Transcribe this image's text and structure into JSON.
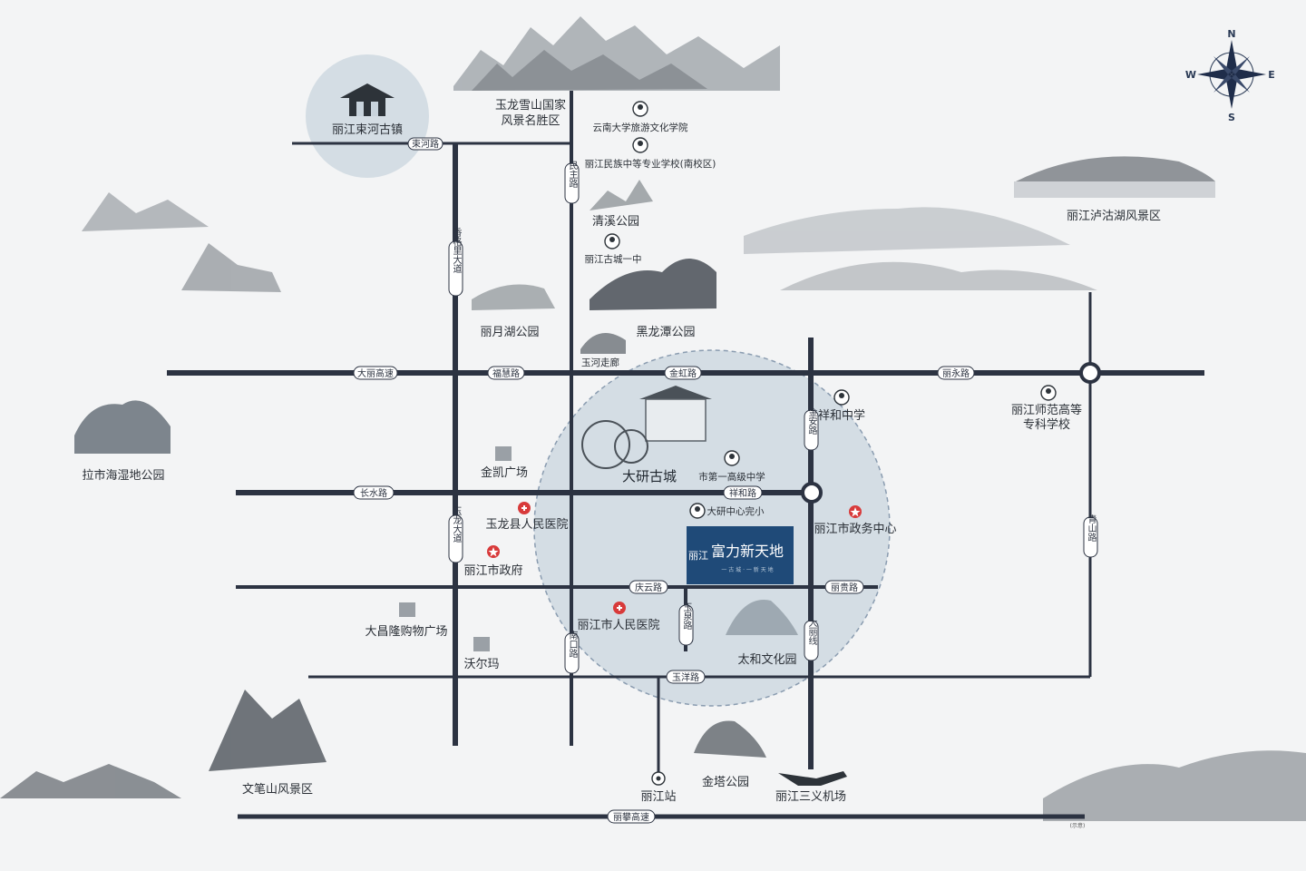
{
  "map": {
    "compass": {
      "n": "N",
      "s": "S",
      "e": "E",
      "w": "W"
    },
    "project": {
      "prefix": "丽江",
      "name": "富力新天地",
      "tagline": "一 古 城 · 一 新 天 地"
    },
    "districts": {
      "dayan": "大研古城",
      "shuhe": "丽江束河古镇"
    },
    "roads": {
      "shuhe_lu": "束河路",
      "minzhu_lu": "民主路",
      "xianggelila_dadao": "香格里大道",
      "dali_gaosu": "大丽高速",
      "fuhui_lu": "福慧路",
      "jinhong_lu": "金虹路",
      "liyong_lu": "丽永路",
      "jinan_lu": "金安路",
      "changshui_lu": "长水路",
      "xianghe_lu": "祥和路",
      "yulong_dadao": "玉龙大道",
      "qingyun_lu": "庆云路",
      "ligui_lu": "丽贵路",
      "yuquan_lu": "玉泉路",
      "nankou_lu": "南口路",
      "dali_xian": "大丽线",
      "yuyang_lu": "玉洋路",
      "qingshan_lu": "青山路",
      "lipan_gaosu": "丽攀高速"
    },
    "places": {
      "yulong_snow": "玉龙雪山国家",
      "yulong_snow_2": "风景名胜区",
      "lugu_lake": "丽江泸沽湖风景区",
      "qingxi_park": "清溪公园",
      "liyuehu_park": "丽月湖公园",
      "heilongtan_park": "黑龙潭公园",
      "yuhe_corridor": "玉河走廊",
      "lashihai": "拉市海湿地公园",
      "jinkai_plaza": "金凯广场",
      "dachanglong": "大昌隆购物广场",
      "walmart": "沃尔玛",
      "wenbishan": "文笔山风景区",
      "taihe_park": "太和文化园",
      "jinta_park": "金塔公园",
      "lijiang_station": "丽江站",
      "sanyi_airport": "丽江三义机场"
    },
    "schools": {
      "yunnan_univ": "云南大学旅游文化学院",
      "minzu_school": "丽江民族中等专业学校(南校区)",
      "gucheng_yizhong": "丽江古城一中",
      "xianghe_middle": "祥和中学",
      "shidiyi_high": "市第一高级中学",
      "dayan_center": "大研中心完小",
      "normal_college": "丽江师范高等",
      "normal_college_2": "专科学校"
    },
    "hospitals": {
      "yulong_county": "玉龙县人民医院",
      "city_hospital": "丽江市人民医院"
    },
    "government": {
      "city_gov": "丽江市政府",
      "gov_center": "丽江市政务中心"
    },
    "note": "(示意)"
  },
  "colors": {
    "road": "#2c3342",
    "circle_fill": "#b9cad6",
    "circle_stroke": "#8a9cb0",
    "project_bg": "#1f4a78",
    "hospital": "#d83a3a",
    "gov": "#d83a3a"
  }
}
